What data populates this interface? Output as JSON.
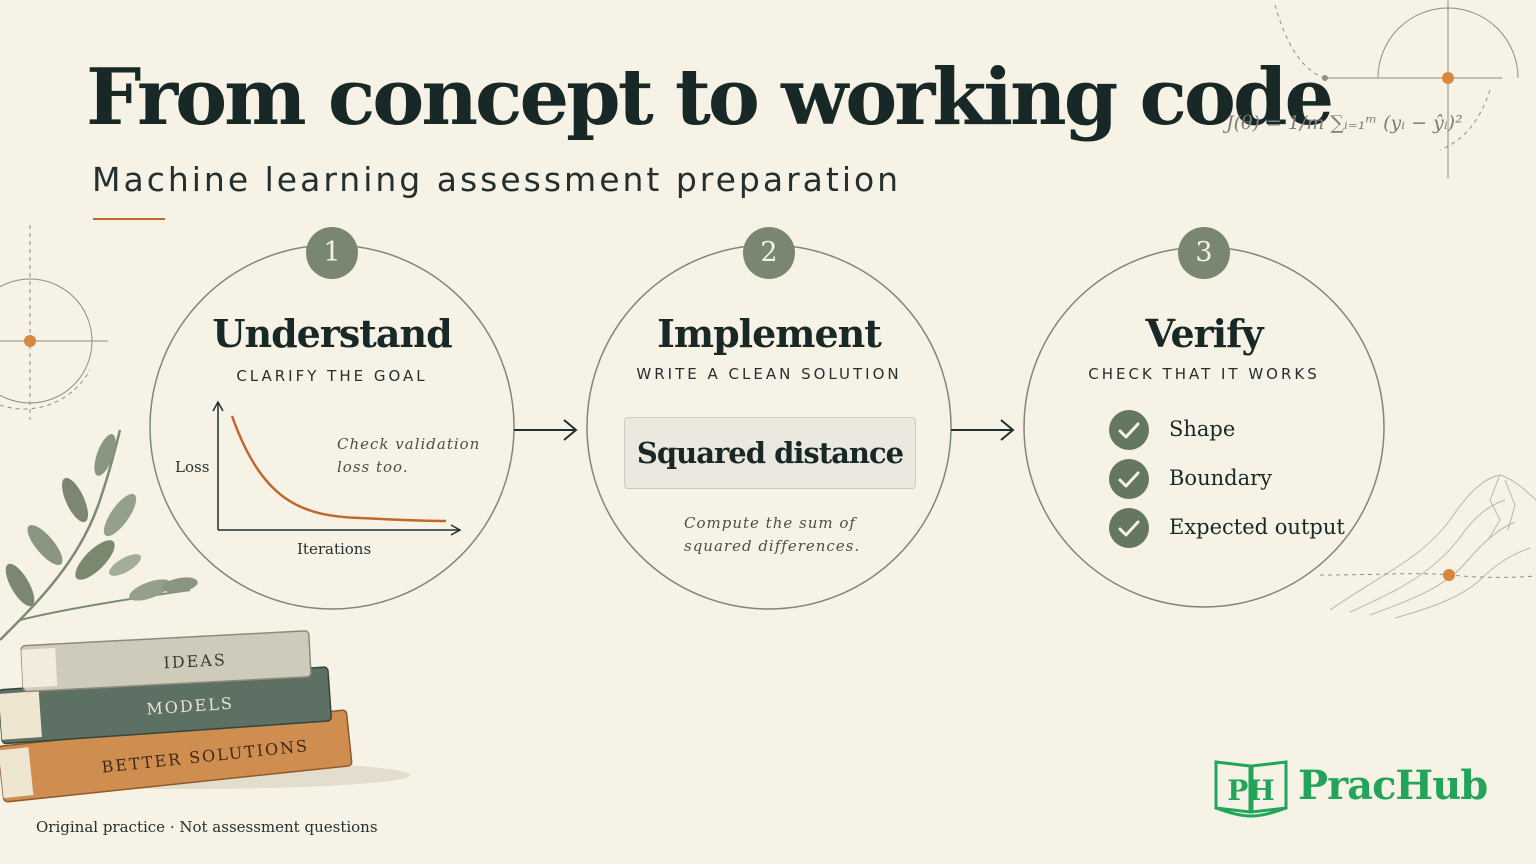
{
  "header": {
    "title": "From concept to working code",
    "subtitle": "Machine learning assessment preparation",
    "formula": "J(θ) = 1/m ∑ᵢ₌₁ᵐ (yᵢ − ŷᵢ)²"
  },
  "steps": [
    {
      "number": "1",
      "title": "Understand",
      "subtitle": "CLARIFY THE GOAL",
      "note_lines": [
        "Check validation",
        "loss too."
      ],
      "chart_ylabel": "Loss",
      "chart_xlabel": "Iterations"
    },
    {
      "number": "2",
      "title": "Implement",
      "subtitle": "WRITE A CLEAN SOLUTION",
      "code_label": "Squared distance",
      "note_lines": [
        "Compute the sum of",
        "squared differences."
      ]
    },
    {
      "number": "3",
      "title": "Verify",
      "subtitle": "CHECK THAT IT WORKS",
      "checks": [
        "Shape",
        "Boundary",
        "Expected output"
      ]
    }
  ],
  "books": [
    "IDEAS",
    "MODELS",
    "BETTER SOLUTIONS"
  ],
  "footer": "Original practice · Not assessment questions",
  "brand": {
    "logo_text": "PH",
    "name": "PracHub"
  },
  "colors": {
    "background": "#f6f2e6",
    "ink": "#172826",
    "sage": "#7a8770",
    "accent_orange": "#c0672a",
    "brand_green": "#22a55a"
  }
}
